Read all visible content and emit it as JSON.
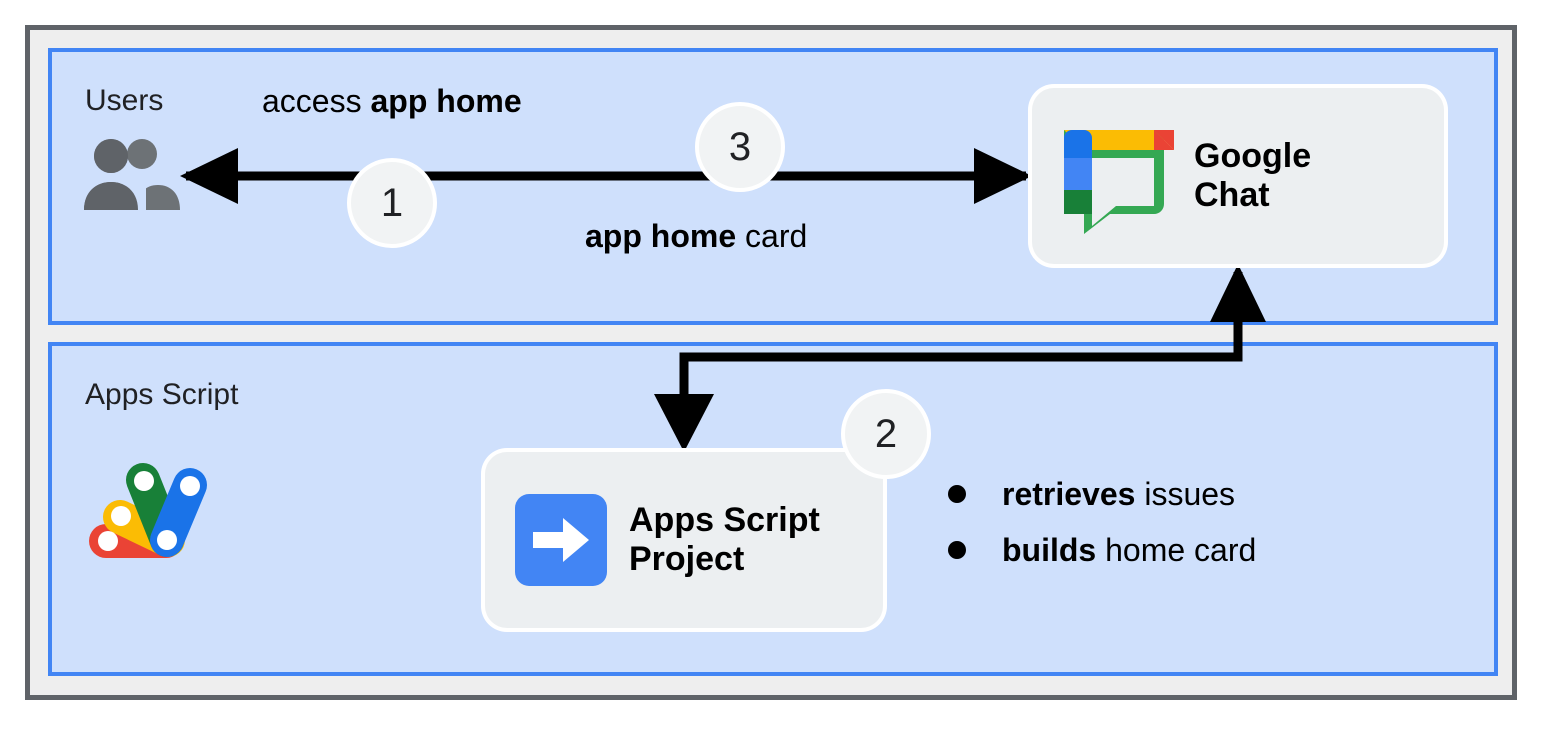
{
  "diagram": {
    "title": "Google Chat app home with Apps Script",
    "colors": {
      "panel_fill": "#cfe0fc",
      "panel_border": "#4285f4",
      "frame_fill": "#eeeeee",
      "frame_border": "#5f6368",
      "node_fill": "#eceff1",
      "step_fill": "#f1f3f4",
      "arrow": "#000000",
      "google_blue": "#4285f4",
      "google_blue_dark": "#1a73e8",
      "google_red": "#ea4335",
      "google_yellow": "#fbbc04",
      "google_green": "#34a853",
      "google_green_dark": "#188038",
      "users_icon_gray": "#5f6368"
    }
  },
  "panels": [
    {
      "id": "users",
      "label": "Users"
    },
    {
      "id": "apps_script",
      "label": "Apps Script"
    }
  ],
  "nodes": [
    {
      "id": "google_chat",
      "title": "Google\nChat",
      "icon": "google-chat-logo"
    },
    {
      "id": "apps_script_project",
      "title": "Apps Script\nProject",
      "icon": "apps-script-project-icon"
    }
  ],
  "edges": [
    {
      "id": "access",
      "label_plain": "access ",
      "label_bold": "app home",
      "step": "1"
    },
    {
      "id": "card",
      "label_bold": "app home",
      "label_plain": " card",
      "step": "3"
    }
  ],
  "steps": [
    {
      "id": "step-1",
      "number": "1"
    },
    {
      "id": "step-2",
      "number": "2"
    },
    {
      "id": "step-3",
      "number": "3"
    }
  ],
  "bullets": [
    {
      "bold": "retrieves",
      "plain": " issues"
    },
    {
      "bold": "builds",
      "plain": " home card"
    }
  ],
  "labels": {
    "users": "Users",
    "apps_script": "Apps Script",
    "google_chat": "Google\nChat",
    "apps_script_project": "Apps Script\nProject",
    "access_app_home": "access app home",
    "app_home_card": "app home card",
    "step_1": "1",
    "step_2": "2",
    "step_3": "3",
    "bullet_1": "retrieves issues",
    "bullet_2": "builds home card"
  }
}
